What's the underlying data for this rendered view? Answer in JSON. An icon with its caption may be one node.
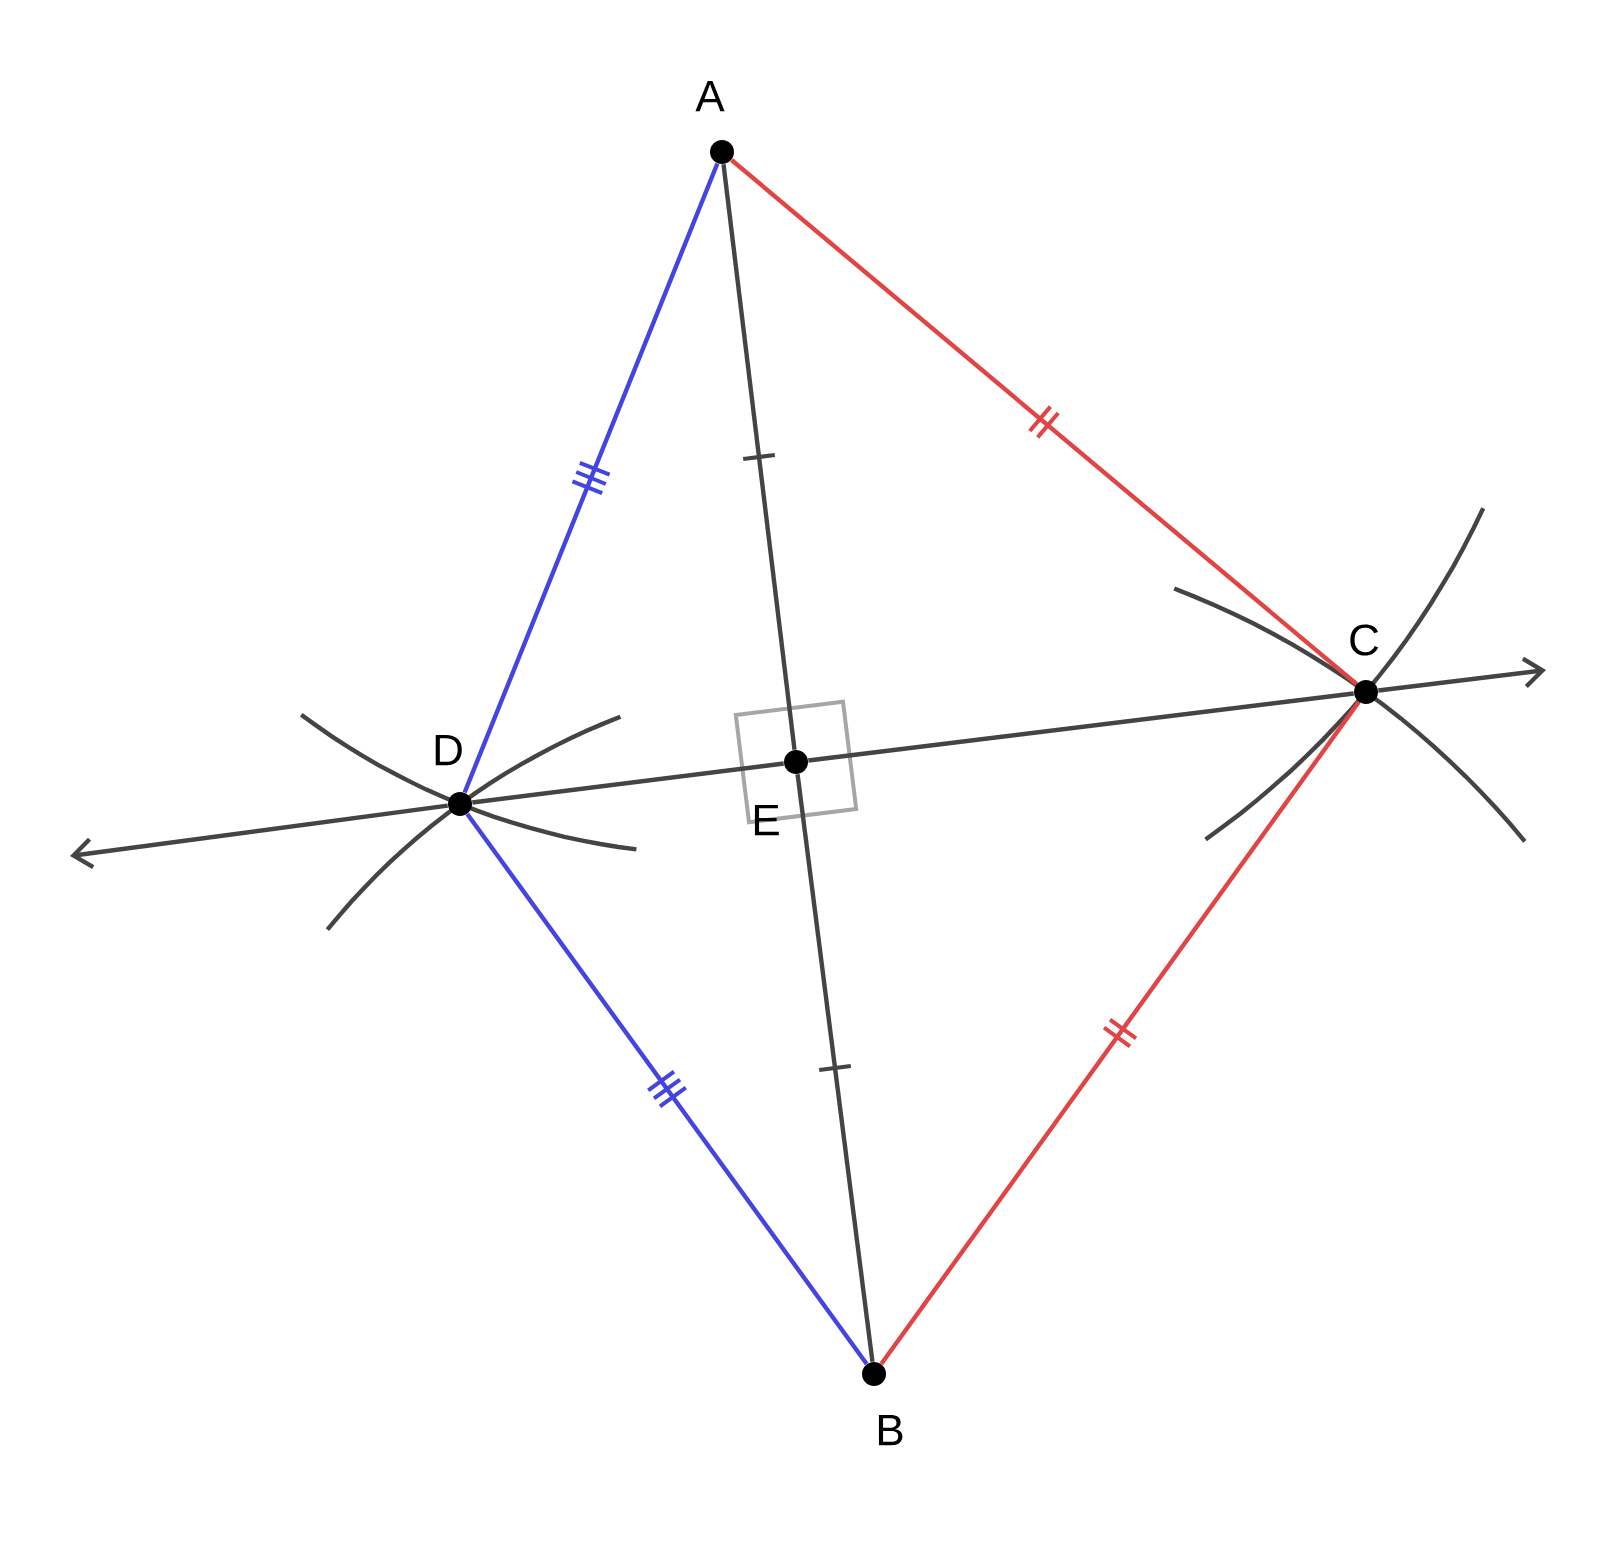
{
  "diagram": {
    "nodes": [
      {
        "text": [
          "A"
        ]
      },
      {
        "text": [
          "C"
        ]
      },
      {
        "text": [
          "D"
        ]
      },
      {
        "text": [
          "E"
        ]
      },
      {
        "text": [
          "B"
        ]
      }
    ],
    "edges": [
      {
        "from": 0,
        "to": 2,
        "arrow": "none",
        "color": "#4444e0"
      },
      {
        "from": 0,
        "to": 1,
        "arrow": "none",
        "color": "#e04444"
      },
      {
        "from": 0,
        "to": 3,
        "arrow": "none"
      },
      {
        "from": 3,
        "to": 4,
        "arrow": "none"
      },
      {
        "from": 2,
        "to": 3,
        "arrow": "none"
      },
      {
        "from": 3,
        "to": 1,
        "arrow": "none"
      },
      {
        "from": 2,
        "to": 4,
        "arrow": "none",
        "color": "#4444e0"
      },
      {
        "from": 1,
        "to": 4,
        "arrow": "none",
        "color": "#e04444"
      },
      {
        "from": 2,
        "to": null,
        "arrow": "to"
      },
      {
        "from": 1,
        "to": null,
        "arrow": "to"
      }
    ]
  }
}
